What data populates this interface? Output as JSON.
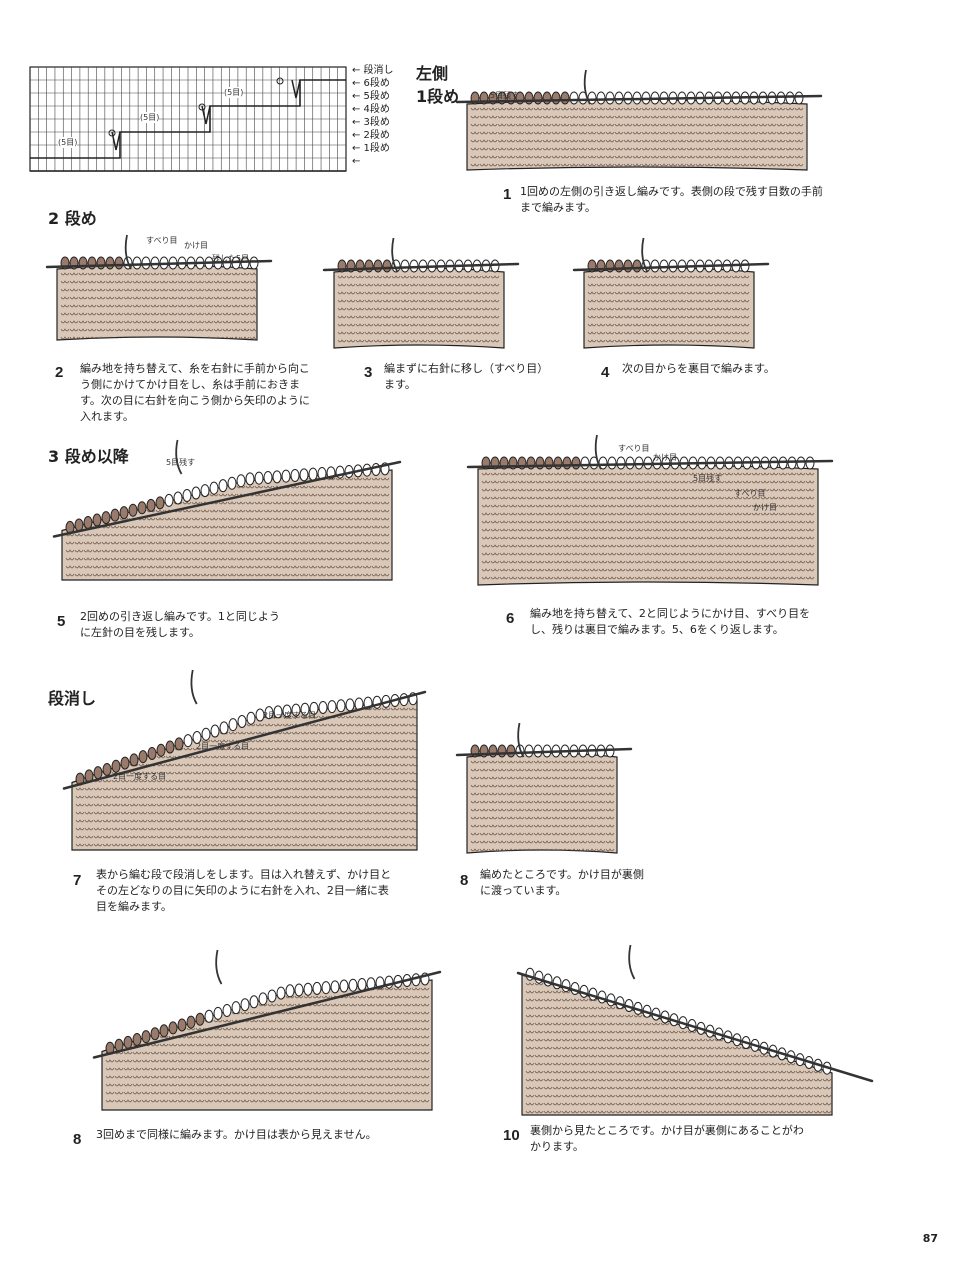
{
  "sections": {
    "left_side": "左側",
    "row1": "1段め",
    "row2": "2 段め",
    "row3plus": "3 段め以降",
    "bind": "段消し"
  },
  "chart": {
    "row_labels": [
      "← 段消し",
      "← 6段め",
      "← 5段め",
      "← 4段め",
      "← 3段め",
      "← 2段め",
      "← 1段め",
      "←"
    ],
    "counts": [
      "(5目)",
      "(5目)",
      "(5目)"
    ]
  },
  "labels": {
    "five_left_1": "5目残す",
    "slip": "すべり目",
    "yarnover": "かけ目",
    "five_left_2": "残した5目",
    "five_left_5": "5目残す",
    "slip_6a": "すべり目",
    "yo_6a": "かけ目",
    "five_left_6": "5目残す",
    "slip_6b": "すべり目",
    "yo_6b": "かけ目",
    "k2tog_a": "2目一度する目",
    "k2tog_b": "2目一度する目",
    "k2tog_c": "2目一度する目"
  },
  "steps": [
    {
      "num": "1",
      "text": "1回めの左側の引き返し編みです。表側の段で残す目数の手前まで編みます。"
    },
    {
      "num": "2",
      "text": "編み地を持ち替えて、糸を右針に手前から向こう側にかけてかけ目をし、糸は手前におきます。次の目に右針を向こう側から矢印のように入れます。"
    },
    {
      "num": "3",
      "text": "編まずに右針に移し（すべり目）ます。"
    },
    {
      "num": "4",
      "text": "次の目からを裏目で編みます。"
    },
    {
      "num": "5",
      "text": "2回めの引き返し編みです。1と同じように左針の目を残します。"
    },
    {
      "num": "6",
      "text": "編み地を持ち替えて、2と同じようにかけ目、すべり目をし、残りは裏目で編みます。5、6をくり返します。"
    },
    {
      "num": "7",
      "text": "表から編む段で段消しをします。目は入れ替えず、かけ目とその左どなりの目に矢印のように右針を入れ、2目一緒に表目を編みます。"
    },
    {
      "num": "8",
      "text": "編めたところです。かけ目が裏側に渡っています。"
    },
    {
      "num": "8",
      "text": "3回めまで同様に編みます。かけ目は表から見えません。"
    },
    {
      "num": "10",
      "text": "裏側から見たところです。かけ目が裏側にあることがわかります。"
    }
  ],
  "page_number": "87",
  "colors": {
    "fabric": "#d9c7b8",
    "fabric_dark": "#9a7b6b",
    "line": "#222222"
  }
}
